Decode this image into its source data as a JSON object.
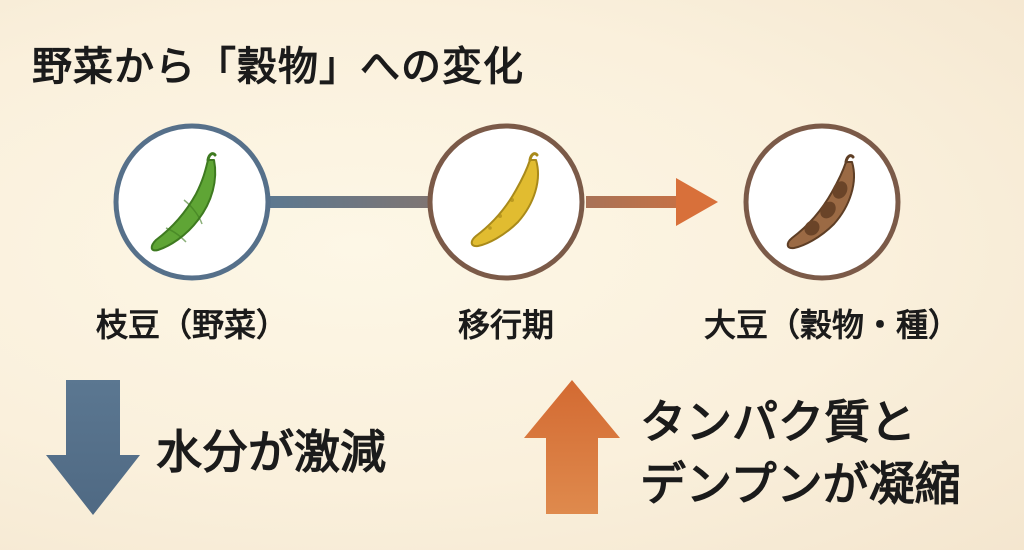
{
  "title": "野菜から「穀物」への変化",
  "stages": [
    {
      "label": "枝豆（野菜）",
      "icon": "green-pod-icon"
    },
    {
      "label": "移行期",
      "icon": "yellow-pod-icon"
    },
    {
      "label": "大豆（穀物・種）",
      "icon": "brown-pod-icon"
    }
  ],
  "effects": {
    "water": {
      "text": "水分が激減",
      "icon": "down-arrow-icon"
    },
    "nutrients": {
      "line1": "タンパク質と",
      "line2": "デンプンが凝縮",
      "icon": "up-arrow-icon"
    }
  },
  "colors": {
    "blue_gray": "#56708a",
    "orange": "#d8703a",
    "brown_ring": "#7b5a48",
    "green_pod": "#5fa535",
    "yellow_pod": "#e1bc30",
    "brown_pod": "#9b6a44"
  }
}
